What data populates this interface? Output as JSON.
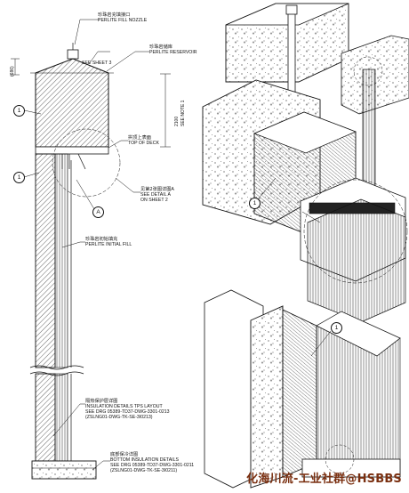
{
  "labels": {
    "nozzle_cn": "珍珠岩充填接口",
    "nozzle_en": "PERLITE FILL NOZZLE",
    "see_sheet3": "SEE SHEET 3",
    "reservoir_cn": "珍珠岩储库",
    "reservoir_en": "PERLITE RESERVOIR",
    "see_detail_a_sheet2": "SEE DETAIL A",
    "dim_height": "2100",
    "see_note1": "SEE NOTE 1",
    "dim_top": "(686)",
    "deck_cn": "拱顶上表面",
    "deck_en": "TOP OF DECK",
    "detailA_cn": "见第2张图详图A",
    "detailA_en1": "SEE DETAIL A",
    "detailA_en2": "ON SHEET 2",
    "fill_cn": "珍珠岩初始填充",
    "fill_en": "PERLITE INITIAL FILL",
    "ins_cn": "隔热保护层详图",
    "ins_en1": "INSULATION DETAILS TPS LAYOUT",
    "ins_en2": "SEE DRG 05389-TD37-DWG-3301-0213",
    "ins_en3": "(ZSLNG01-DWG-TK-SE-3I0213)",
    "bottom_cn": "底部保冷详图",
    "bottom_en1": "BOTTOM INSULATION DETAILS",
    "bottom_en2": "SEE DRG 05389-TD37-DWG-3301-0211",
    "bottom_en3": "(ZSLNG01-DWG-TK-SE-3I0211)"
  },
  "bubbles": [
    "1",
    "1",
    "A",
    "1",
    "1"
  ],
  "watermark": "化海川流-工业社群@HSBBS",
  "colors": {
    "line": "#111111",
    "watermark": "#7a2f10"
  }
}
